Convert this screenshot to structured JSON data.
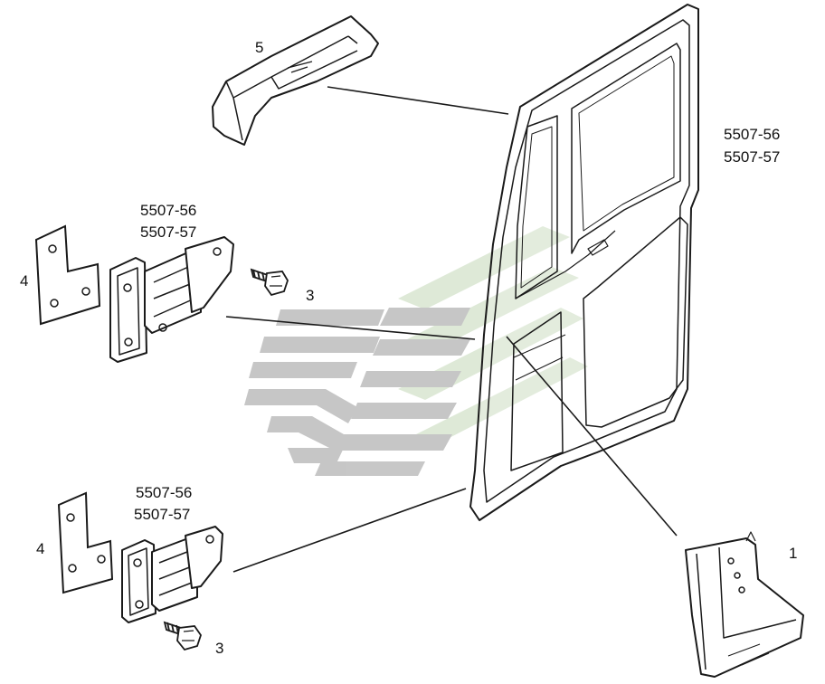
{
  "colors": {
    "line": "#1a1a1a",
    "fill": "#ffffff",
    "watermark_grey": "#b7b7b7",
    "watermark_green": "#d7e4cf"
  },
  "watermark": {
    "icon": "stylized-S-logo"
  },
  "door": {
    "codes": [
      "5507-56",
      "5507-57"
    ]
  },
  "upper_hinge": {
    "codes": [
      "5507-56",
      "5507-57"
    ]
  },
  "lower_hinge": {
    "codes": [
      "5507-56",
      "5507-57"
    ]
  },
  "callouts": {
    "trim_top": "5",
    "pillar_trim": "1",
    "upper_plate": "4",
    "upper_bolt": "3",
    "lower_plate": "4",
    "lower_bolt": "3"
  }
}
